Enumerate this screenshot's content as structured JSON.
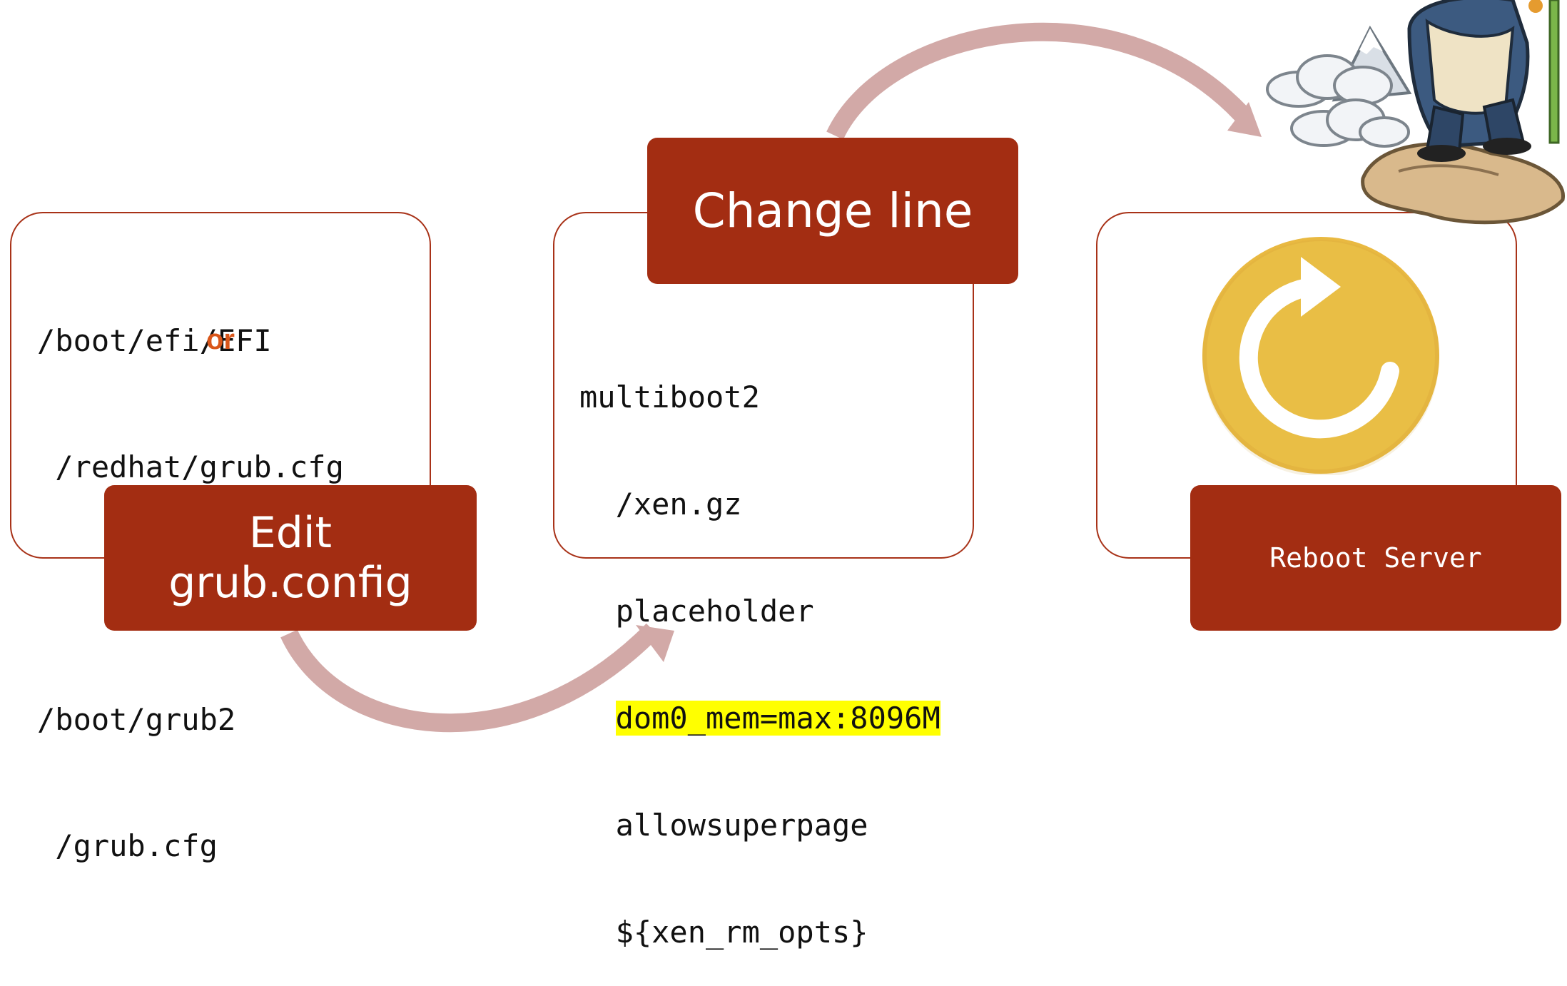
{
  "steps": [
    {
      "label_lines": [
        "Edit",
        "grub.config"
      ],
      "content_lines": [
        "/boot/efi/EFI",
        " /redhat/grub.cfg",
        "/boot/grub2",
        " /grub.cfg"
      ],
      "separator": "or"
    },
    {
      "label": "Change line",
      "content_lines": [
        "multiboot2",
        "  /xen.gz",
        "  placeholder",
        "  allowsuperpage",
        "  ${xen_rm_opts}"
      ],
      "highlighted_line": "dom0_mem=max:8096M"
    },
    {
      "label": "Reboot Server",
      "icon": "reboot-icon"
    }
  ],
  "decorations": {
    "mascot": "xen-panda-mascot"
  },
  "colors": {
    "label_fill": "#a32d12",
    "card_border": "#a83218",
    "arrow": "#d2a9a7",
    "or_text": "#d9561a",
    "highlight": "#ffff00",
    "reboot_icon": "#e9b941"
  }
}
